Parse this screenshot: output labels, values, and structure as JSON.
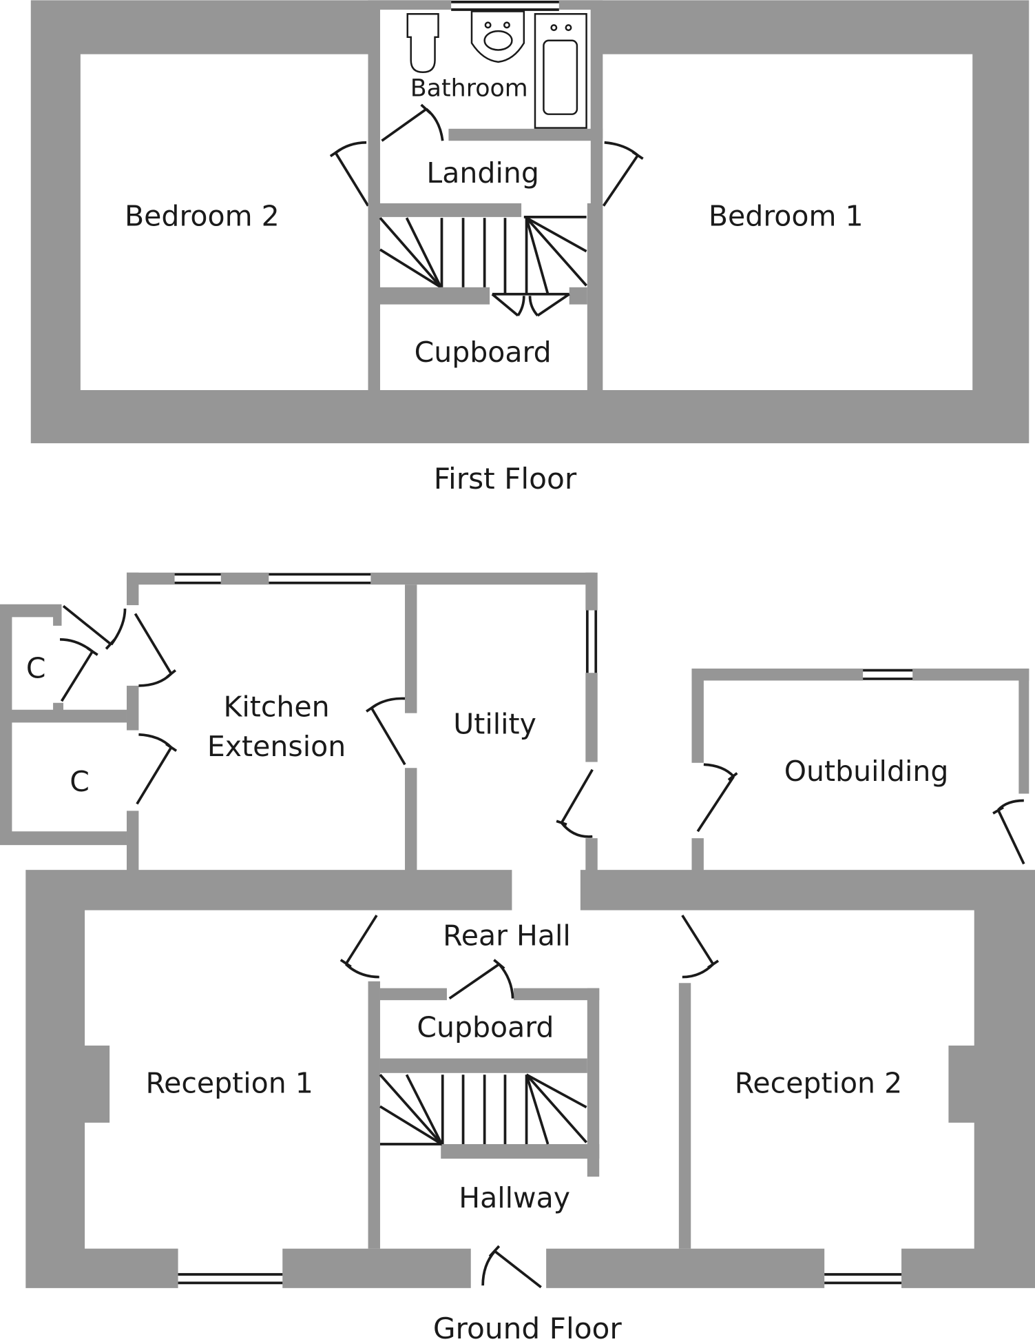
{
  "plan_title": "Floor plan",
  "first_floor": {
    "title": "First Floor",
    "rooms": {
      "bathroom": "Bathroom",
      "landing": "Landing",
      "bedroom_2": "Bedroom 2",
      "bedroom_1": "Bedroom 1",
      "cupboard": "Cupboard"
    }
  },
  "ground_floor": {
    "title": "Ground Floor",
    "rooms": {
      "store_c_upper": "C",
      "store_c_lower": "C",
      "kitchen_line1": "Kitchen",
      "kitchen_line2": "Extension",
      "utility": "Utility",
      "outbuilding": "Outbuilding",
      "rear_hall": "Rear Hall",
      "cupboard": "Cupboard",
      "reception_1": "Reception 1",
      "reception_2": "Reception 2",
      "hallway": "Hallway"
    }
  },
  "colors": {
    "wall": "#969696",
    "line": "#1a1a1a",
    "background": "#ffffff"
  }
}
